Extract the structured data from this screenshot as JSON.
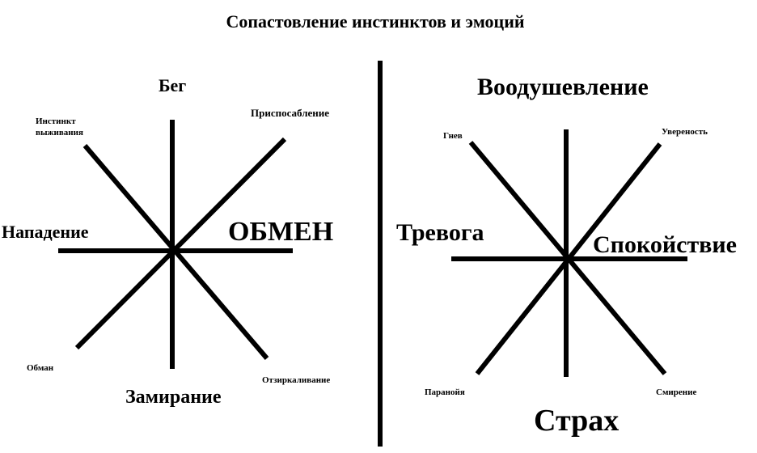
{
  "title": "Сопастовление инстинктов и эмоций",
  "instincts": {
    "top": "Бег",
    "top_left_line1": "Инстинкт",
    "top_left_line2": "выживания",
    "top_right": "Приспосабление",
    "left": "Нападение",
    "right": "ОБМЕН",
    "bottom_left": "Обман",
    "bottom": "Замирание",
    "bottom_right": "Отзиркаливание"
  },
  "emotions": {
    "top": "Воодушевление",
    "top_left": "Гнев",
    "top_right": "Увереность",
    "left": "Тревога",
    "right": "Спокойствие",
    "bottom_left": "Паранойя",
    "bottom": "Страх",
    "bottom_right": "Смирение"
  }
}
